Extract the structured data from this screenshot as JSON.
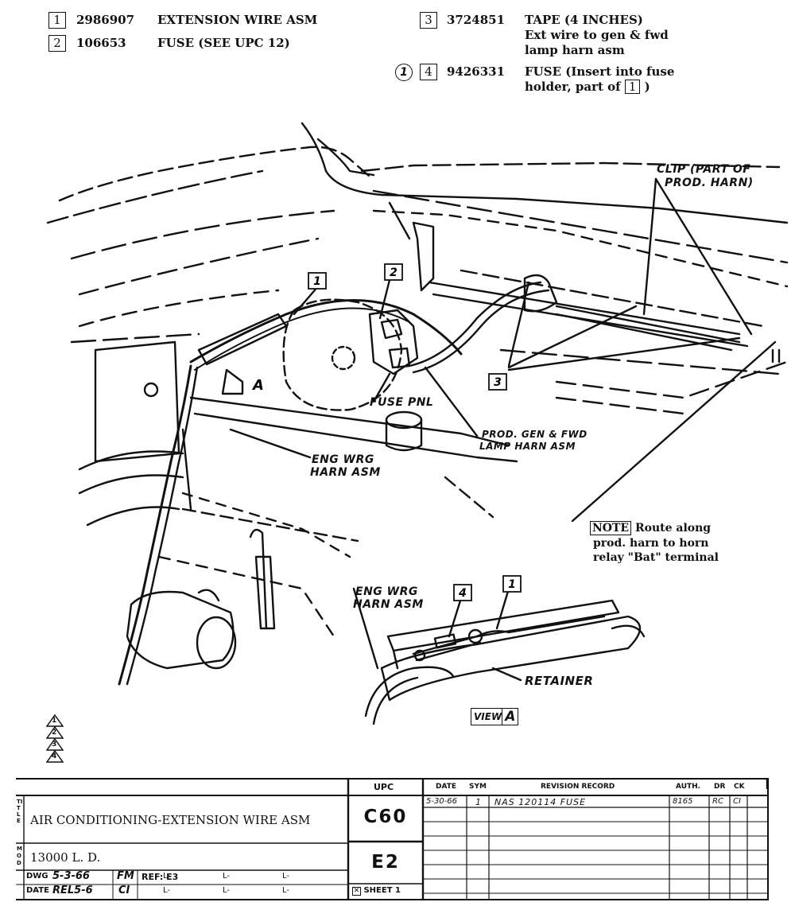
{
  "parts": [
    {
      "num": "1",
      "part_no": "2986907",
      "desc": "EXTENSION WIRE ASM"
    },
    {
      "num": "2",
      "part_no": "106653",
      "desc": "FUSE (SEE UPC 12)"
    },
    {
      "num": "3",
      "part_no": "3724851",
      "desc_line1": "TAPE (4 INCHES)",
      "desc_line2": "Ext wire to gen & fwd",
      "desc_line3": "lamp harn asm"
    },
    {
      "num": "4",
      "part_no": "9426331",
      "circle": "1",
      "desc_line1": "FUSE (Insert into fuse",
      "desc_line2": "holder, part of",
      "desc_ref": "1",
      "desc_end": ")"
    }
  ],
  "callouts": {
    "c1": "1",
    "c2": "2",
    "c3": "3",
    "c4": "4",
    "c1b": "1",
    "section_a": "A",
    "clip": "CLIP (PART OF",
    "clip2": "PROD. HARN)",
    "fuse_pnl": "FUSE PNL",
    "prod_gen1": "PROD. GEN & FWD",
    "prod_gen2": "LAMP HARN ASM",
    "eng_wrg1": "ENG WRG",
    "eng_wrg2": "HARN ASM",
    "eng_wrg_v1": "ENG WRG",
    "eng_wrg_v2": "HARN ASM",
    "retainer": "RETAINER",
    "view": "VIEW",
    "view_letter": "A"
  },
  "note": {
    "tag": "NOTE",
    "line1": "Route along",
    "line2": "prod. harn to horn",
    "line3": "relay \"Bat\" terminal"
  },
  "revision_marks": [
    "1",
    "2",
    "3",
    "4"
  ],
  "title_block": {
    "upc_header": "UPC",
    "rev_headers": {
      "date": "DATE",
      "sym": "SYM",
      "record": "REVISION RECORD",
      "auth": "AUTH.",
      "dr": "DR",
      "ck": "CK"
    },
    "title_side": "TITLE",
    "title": "AIR CONDITIONING-EXTENSION WIRE ASM",
    "mod_side": "MOD",
    "model": "13000 L. D.",
    "upc": "C60",
    "sub_upc": "E2",
    "sheet": "SHEET 1",
    "dwg_label": "DWG",
    "dwg_date": "5-3-66",
    "dwg_init": "FM",
    "date_label": "DATE",
    "date_val": "REL5-6",
    "date_init": "CI",
    "ref": "REF: E3",
    "l_marks": [
      "L-",
      "L-",
      "L-",
      "L-",
      "L-",
      "L-"
    ],
    "revision": {
      "date": "5-30-66",
      "sym": "1",
      "record": "NAS 120114 FUSE",
      "auth": "8165",
      "dr": "RC",
      "ck": "CI"
    }
  }
}
